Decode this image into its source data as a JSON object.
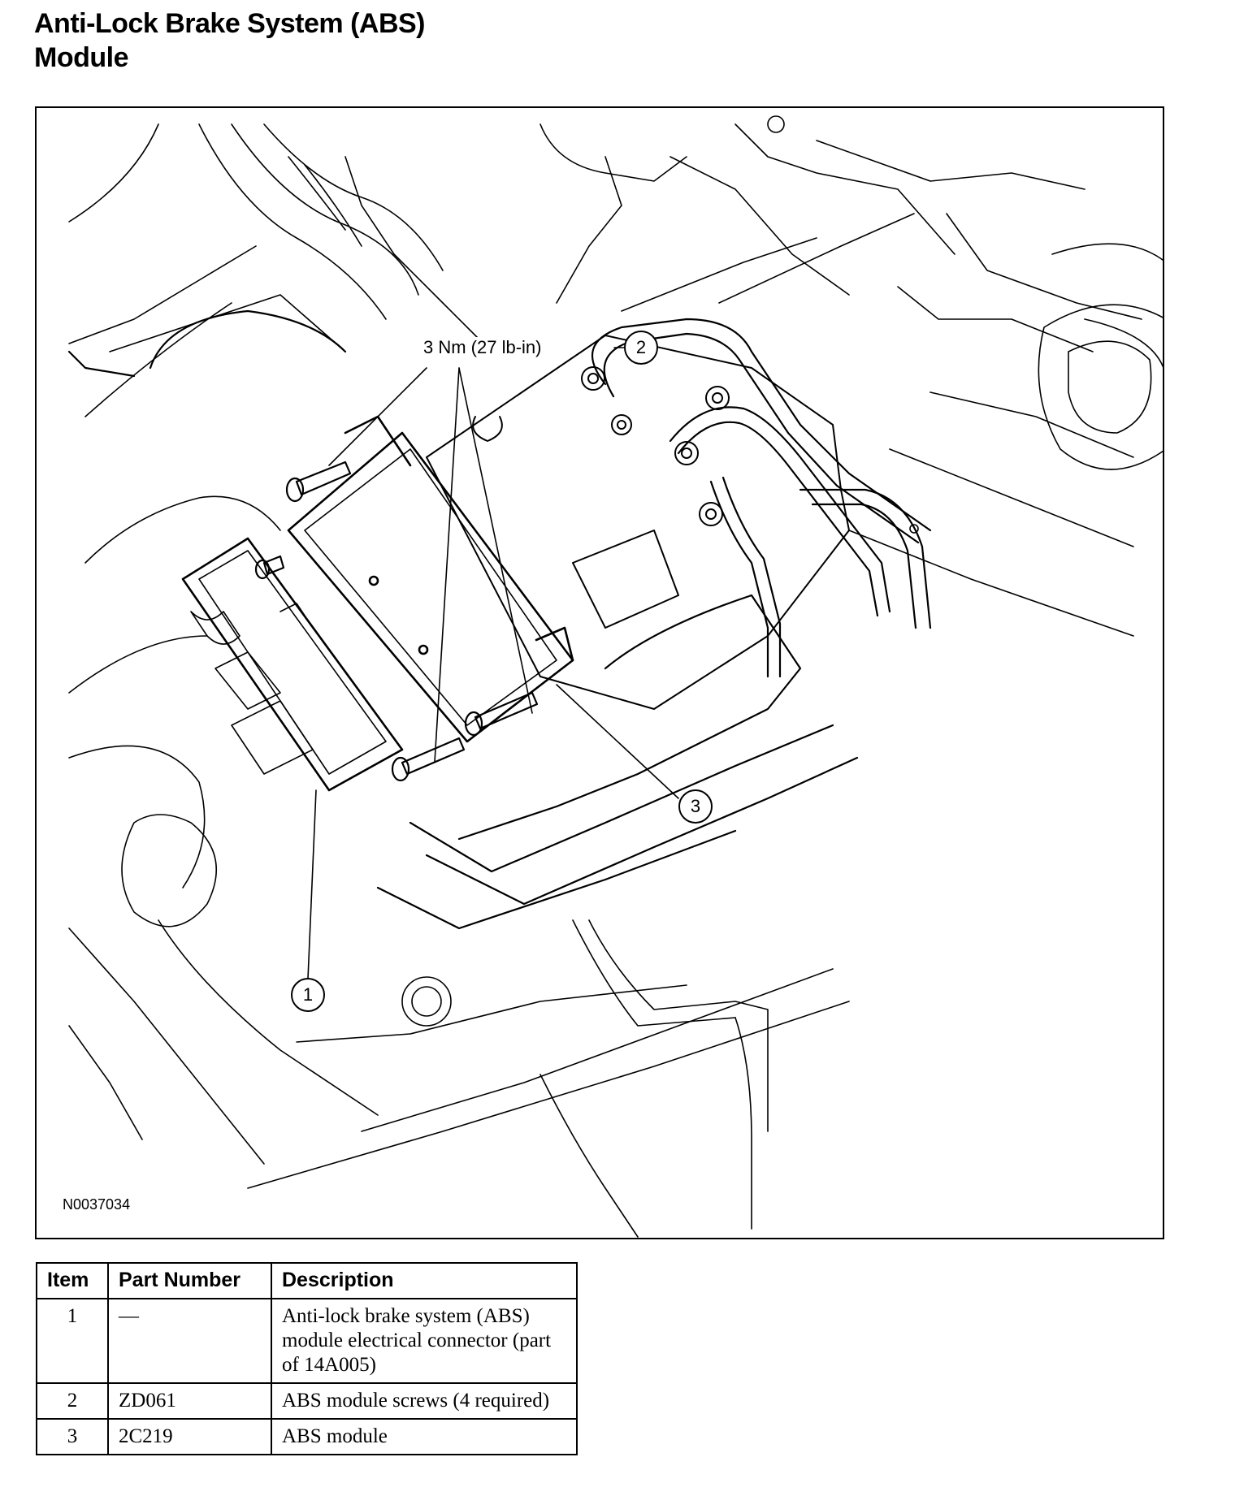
{
  "title": {
    "line1": "Anti-Lock Brake System (ABS)",
    "line2": "Module"
  },
  "figure": {
    "id": "N0037034",
    "torque_label": "3 Nm (27 lb-in)",
    "callouts": [
      "1",
      "2",
      "3"
    ]
  },
  "table": {
    "headers": [
      "Item",
      "Part Number",
      "Description"
    ],
    "rows": [
      {
        "item": "1",
        "part_number": "—",
        "description": "Anti-lock brake system (ABS) module electrical connector (part of 14A005)"
      },
      {
        "item": "2",
        "part_number": "ZD061",
        "description": "ABS module screws (4 required)"
      },
      {
        "item": "3",
        "part_number": "2C219",
        "description": "ABS module"
      }
    ]
  }
}
